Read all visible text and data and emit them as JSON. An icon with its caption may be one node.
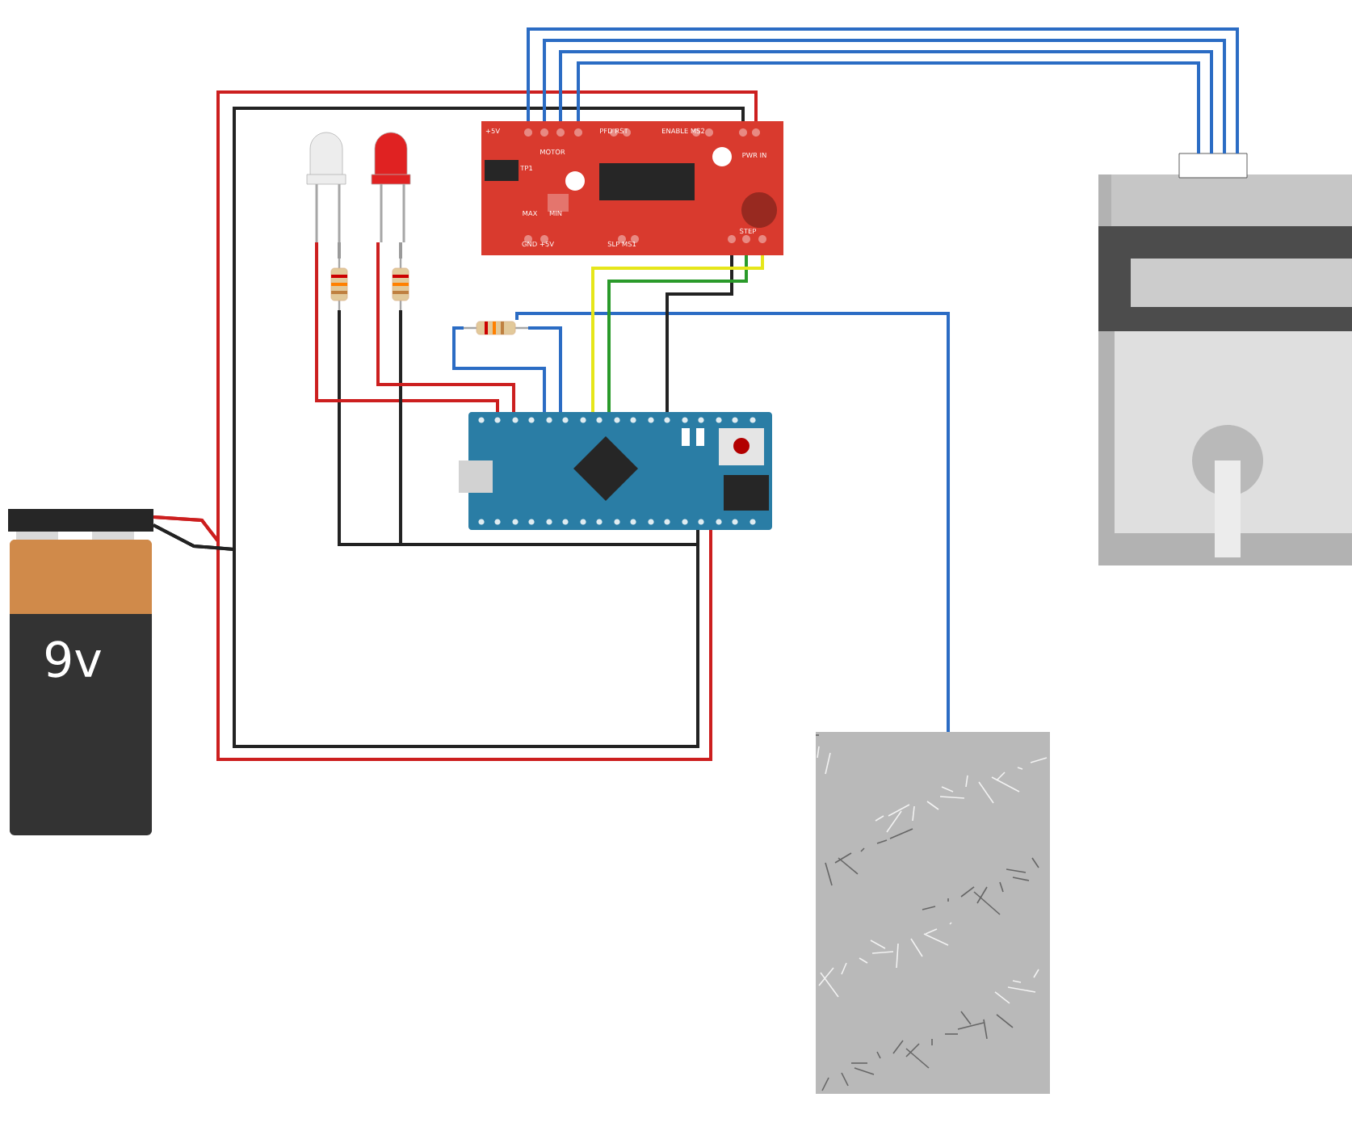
{
  "diagram": {
    "nodes": [
      {
        "text": [
          "9v"
        ]
      },
      {
        "text": [],
        "shape": "picture"
      },
      {
        "text": [],
        "shape": "picture"
      },
      {
        "text": [],
        "shape": "picture"
      },
      {
        "text": [],
        "shape": "picture"
      },
      {
        "text": [],
        "shape": "picture"
      },
      {
        "text": [
          "+5V",
          "MOTOR",
          "PFD RST",
          "ENABLE MS2",
          "PWR IN",
          "TP1",
          "MAX",
          "MIN",
          "GND +5V",
          "SLP MS1",
          "STEP"
        ]
      },
      {
        "text": [],
        "shape": "picture"
      },
      {
        "text": [],
        "shape": "picture"
      },
      {
        "text": [],
        "shape": "picture"
      }
    ],
    "edges": [
      {
        "from": 0,
        "to": 6,
        "arrow": "none",
        "color": "#cc1f1f"
      },
      {
        "from": 0,
        "to": 7,
        "arrow": "none",
        "color": "#cc1f1f"
      },
      {
        "from": 0,
        "to": 6,
        "arrow": "none",
        "color": "#222222"
      },
      {
        "from": 0,
        "to": 7,
        "arrow": "none",
        "color": "#222222"
      },
      {
        "from": 1,
        "to": 3,
        "arrow": "none",
        "color": "#9a9a9a"
      },
      {
        "from": 3,
        "to": 7,
        "arrow": "none",
        "color": "#222222"
      },
      {
        "from": 1,
        "to": 7,
        "arrow": "none",
        "color": "#cc1f1f"
      },
      {
        "from": 2,
        "to": 4,
        "arrow": "none",
        "color": "#9a9a9a"
      },
      {
        "from": 4,
        "to": 7,
        "arrow": "none",
        "color": "#222222"
      },
      {
        "from": 2,
        "to": 7,
        "arrow": "none",
        "color": "#cc1f1f"
      },
      {
        "from": 5,
        "to": 7,
        "arrow": "none",
        "color": "#2b6cc4"
      },
      {
        "from": 5,
        "to": 7,
        "arrow": "none",
        "color": "#2b6cc4"
      },
      {
        "from": 5,
        "to": 9,
        "arrow": "none",
        "color": "#2b6cc4"
      },
      {
        "from": 6,
        "to": 7,
        "arrow": "none",
        "color": "#222222"
      },
      {
        "from": 6,
        "to": 7,
        "arrow": "none",
        "color": "#2a9a2a"
      },
      {
        "from": 6,
        "to": 7,
        "arrow": "none",
        "color": "#e6e61a"
      },
      {
        "from": 6,
        "to": 8,
        "arrow": "none",
        "color": "#2b6cc4"
      },
      {
        "from": 6,
        "to": 8,
        "arrow": "none",
        "color": "#2b6cc4"
      },
      {
        "from": 6,
        "to": 8,
        "arrow": "none",
        "color": "#2b6cc4"
      },
      {
        "from": 6,
        "to": 8,
        "arrow": "none",
        "color": "#2b6cc4"
      }
    ]
  }
}
